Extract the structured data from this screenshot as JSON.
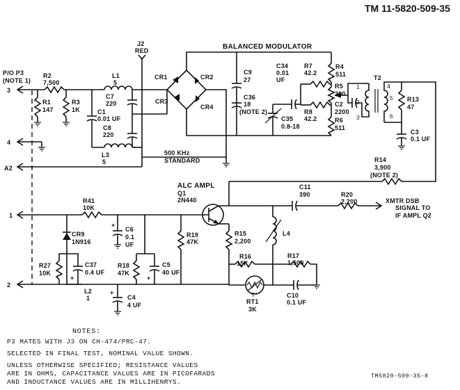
{
  "document_number": "TM 11-5820-509-35",
  "figure_number": "TM5820-509-35-8",
  "connector": {
    "title": "P/O P3",
    "note": "(NOTE 1)",
    "pins": [
      "3",
      "4",
      "A2",
      "1",
      "2"
    ]
  },
  "jack": {
    "ref": "J2",
    "color": "RED"
  },
  "sections": {
    "balanced_modulator": "BALANCED MODULATOR",
    "alc_ampl": "ALC AMPL",
    "standard_line1": "500 KHz",
    "standard_line2": "STANDARD",
    "output_line1": "XMTR DSB",
    "output_line2": "SIGNAL TO",
    "output_line3": "IF AMPL Q2"
  },
  "transistor": {
    "ref": "Q1",
    "type": "2N440"
  },
  "resistors": [
    {
      "ref": "R1",
      "value": "147"
    },
    {
      "ref": "R2",
      "value": "7,500"
    },
    {
      "ref": "R3",
      "value": "1K"
    },
    {
      "ref": "R4",
      "value": "511"
    },
    {
      "ref": "R5",
      "value": "200"
    },
    {
      "ref": "R6",
      "value": "511"
    },
    {
      "ref": "R7",
      "value": "42.2"
    },
    {
      "ref": "R8",
      "value": "42.2"
    },
    {
      "ref": "R13",
      "value": "47"
    },
    {
      "ref": "R14",
      "value": "3,900",
      "note": "(NOTE 2)"
    },
    {
      "ref": "R15",
      "value": "2,200"
    },
    {
      "ref": "R16",
      "value": "15K"
    },
    {
      "ref": "R17",
      "value": "1,500"
    },
    {
      "ref": "R18",
      "value": "47K"
    },
    {
      "ref": "R19",
      "value": "47K"
    },
    {
      "ref": "R20",
      "value": "2,200"
    },
    {
      "ref": "R27",
      "value": "10K"
    },
    {
      "ref": "R41",
      "value": "10K"
    }
  ],
  "capacitors": [
    {
      "ref": "C1",
      "value": "0.01 UF"
    },
    {
      "ref": "C2",
      "value": "2200"
    },
    {
      "ref": "C3",
      "value": "0.1 UF"
    },
    {
      "ref": "C4",
      "value": "4 UF"
    },
    {
      "ref": "C5",
      "value": "40 UF"
    },
    {
      "ref": "C6",
      "value": "0.1",
      "unit": "UF"
    },
    {
      "ref": "C7",
      "value": "220"
    },
    {
      "ref": "C8",
      "value": "220"
    },
    {
      "ref": "C9",
      "value": "27"
    },
    {
      "ref": "C10",
      "value": "0.1 UF"
    },
    {
      "ref": "C11",
      "value": "390"
    },
    {
      "ref": "C34",
      "value": "0.01",
      "unit": "UF"
    },
    {
      "ref": "C35",
      "value": "0.8-18"
    },
    {
      "ref": "C36",
      "value": "18",
      "note": "(NOTE 2)"
    },
    {
      "ref": "C37",
      "value": "0.4 UF"
    }
  ],
  "inductors": [
    {
      "ref": "L1",
      "value": "5"
    },
    {
      "ref": "L2",
      "value": "1"
    },
    {
      "ref": "L3",
      "value": "5"
    },
    {
      "ref": "L4",
      "value": ""
    }
  ],
  "diodes": [
    {
      "ref": "CR1"
    },
    {
      "ref": "CR2"
    },
    {
      "ref": "CR3"
    },
    {
      "ref": "CR4"
    },
    {
      "ref": "CR9",
      "type": "1N916"
    }
  ],
  "thermistor": {
    "ref": "RT1",
    "value": "3K",
    "mark": "T°"
  },
  "transformer": {
    "ref": "T2",
    "pins": [
      "1",
      "2",
      "3",
      "4",
      "5",
      "6"
    ]
  },
  "notes": {
    "heading": "NOTES:",
    "items": [
      "P3 MATES WITH J3 ON CH-474/PRC-47.",
      "SELECTED IN FINAL TEST, NOMINAL VALUE SHOWN.",
      "UNLESS OTHERWISE SPECIFIED; RESISTANCE VALUES",
      "ARE IN OHMS, CAPACITANCE VALUES ARE IN PICOFARADS",
      "AND INDUCTANCE VALUES ARE IN MILLIHENRYS."
    ]
  }
}
